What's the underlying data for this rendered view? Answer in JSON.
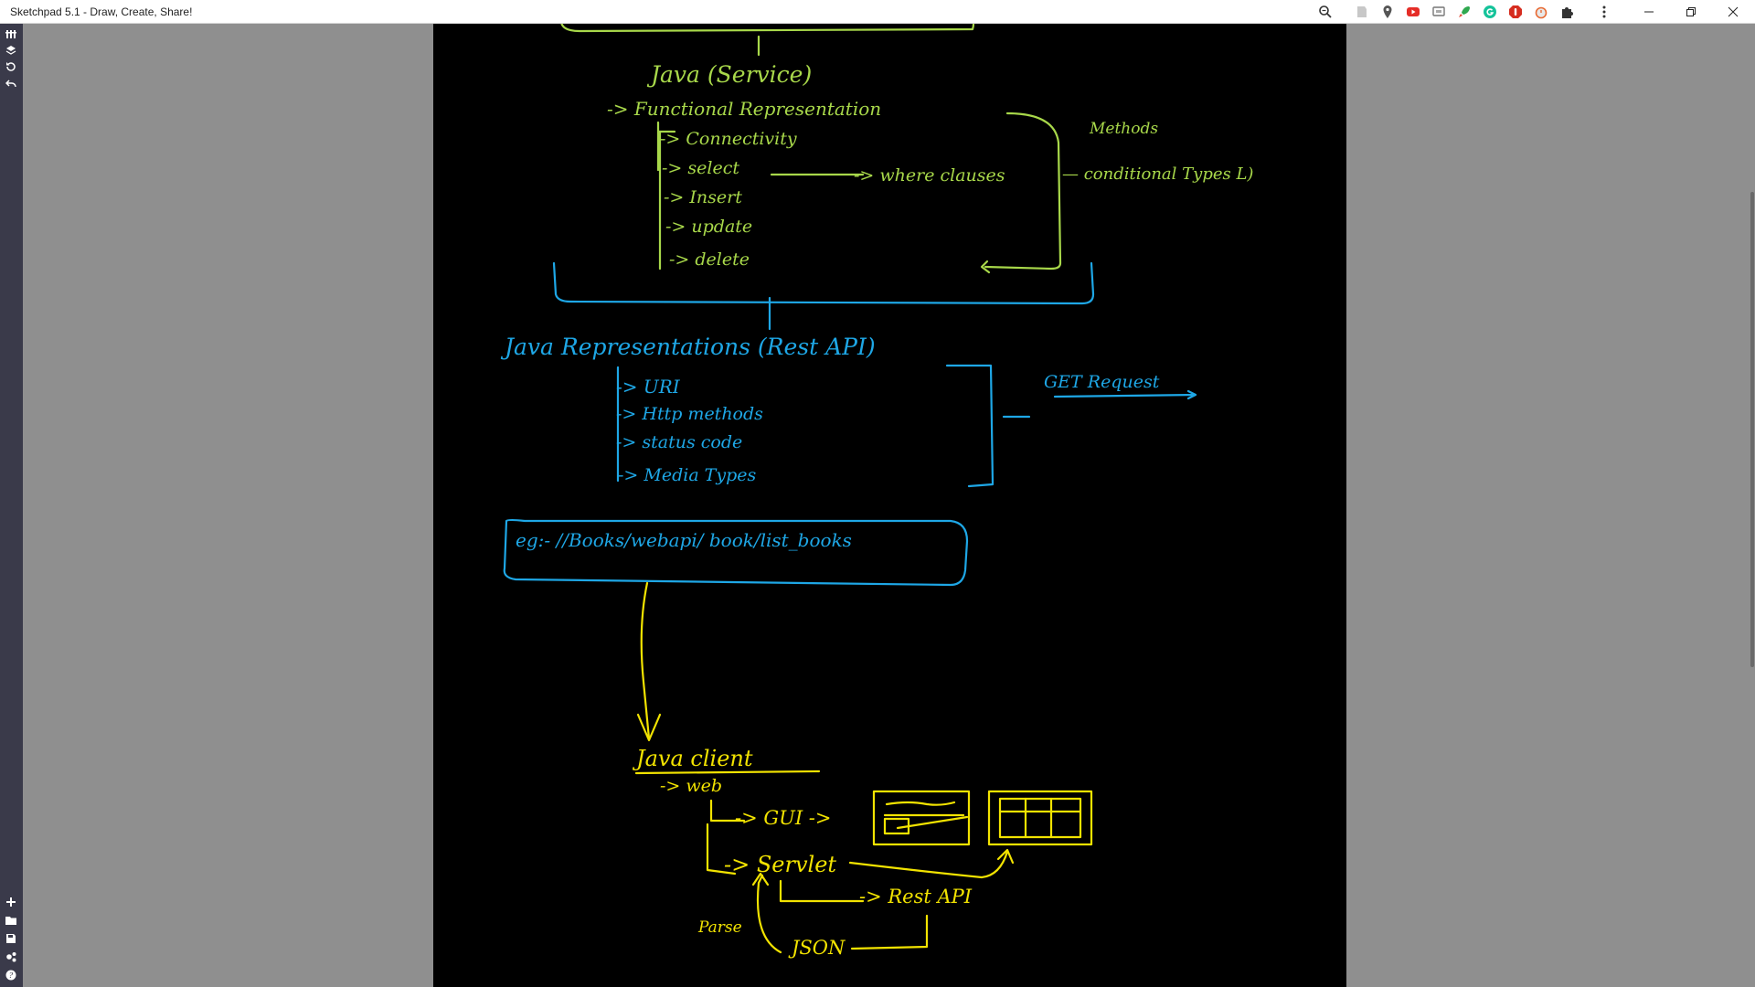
{
  "window": {
    "title": "Sketchpad 5.1 - Draw, Create, Share!",
    "extension_icons": [
      "zoom-icon",
      "extension-gray-icon",
      "location-pin-icon",
      "youtube-icon",
      "screen-icon",
      "rocket-icon",
      "grammarly-icon",
      "stop-icon",
      "timer-icon",
      "puzzle-icon",
      "more-vert-icon"
    ],
    "controls": [
      "minimize",
      "restore",
      "close"
    ]
  },
  "sidebar": {
    "top_tools": [
      "tools-icon",
      "layers-icon",
      "history-icon",
      "undo-icon"
    ],
    "bottom_tools": [
      "add-icon",
      "folder-icon",
      "save-icon",
      "share-icon",
      "help-icon"
    ]
  },
  "drawing": {
    "green": {
      "heading": "Java (Service)",
      "subheading": "-> Functional Representation",
      "items": [
        "-> Connectivity",
        "-> select",
        "-> Insert",
        "-> update",
        "-> delete"
      ],
      "where": "-> where clauses",
      "methods": "Methods",
      "conditional": "— conditional Types L)"
    },
    "blue": {
      "heading": "Java  Representations (Rest API)",
      "items": [
        "-> URI",
        "-> Http methods",
        "-> status code",
        "-> Media Types"
      ],
      "get": "GET Request",
      "example": "eg:-  //Books/webapi/ book/list_books"
    },
    "yellow": {
      "heading": "Java client",
      "web": "-> web",
      "gui": "-> GUI ->",
      "servlet": "-> Servlet",
      "restapi": "-> Rest API",
      "json": "JSON",
      "parse": "Parse"
    }
  },
  "colors": {
    "green_ink": "#a8d84a",
    "blue_ink": "#1ea7e6",
    "yellow_ink": "#f2e300",
    "canvas": "#000000",
    "backdrop": "#8f8f8f"
  }
}
